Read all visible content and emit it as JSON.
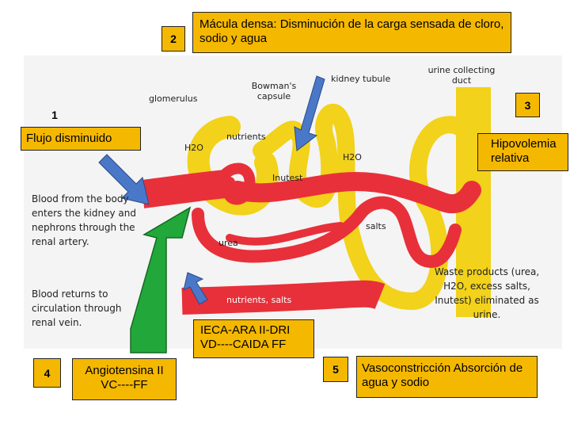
{
  "callouts": {
    "macula_densa": "Mácula densa: Disminución de la carga sensada de cloro, sodio y agua",
    "flujo": "Flujo disminuido",
    "hipovolemia": "Hipovolemia relativa",
    "ieca": "IECA-ARA II-DRI VD----CAIDA FF",
    "angiotensina": "Angiotensina II VC----FF",
    "vasoconstriccion": "Vasoconstricción Absorción de agua y sodio"
  },
  "numbers": {
    "n1": "1",
    "n2": "2",
    "n3": "3",
    "n4": "4",
    "n5": "5"
  },
  "labels": {
    "glomerulus": "glomerulus",
    "bowmans": "Bowman's capsule",
    "kidney_tubule": "kidney tubule",
    "urine_duct": "urine collecting duct",
    "nutrients": "nutrients",
    "h2o_left": "H2O",
    "h2o_right": "H2O",
    "inutest": "Inutest",
    "salts": "salts",
    "urea": "urea",
    "nutrients_salts": "nutrients, salts",
    "blood_from": "Blood from the body enters the kidney and nephrons through the renal artery.",
    "blood_returns": "Blood returns to circulation through renal vein.",
    "waste": "Waste products (urea, H2O, excess salts, Inutest) eliminated as urine."
  },
  "colors": {
    "callout": "#f5b800",
    "tubule": "#f2d21a",
    "vessel": "#e8303a",
    "arrow_blue": "#4a78c8",
    "arrow_green": "#22a83a"
  }
}
